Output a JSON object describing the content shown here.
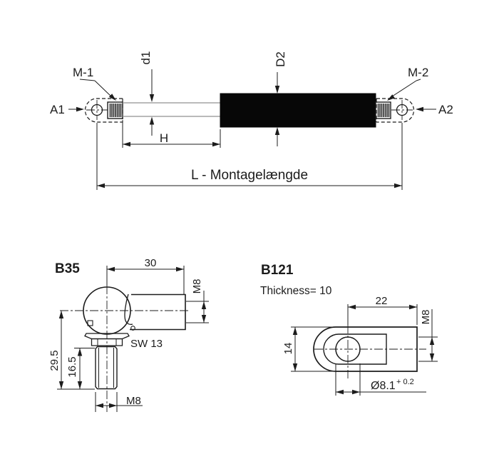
{
  "drawing": {
    "background": "#ffffff",
    "line_color": "#1c1c1c",
    "rod_line_color": "#909090",
    "cylinder_fill": "#070707",
    "assembly": {
      "label_a1": "A1",
      "label_a2": "A2",
      "label_m1": "M-1",
      "label_m2": "M-2",
      "dim_rod_diameter": "d1",
      "dim_tube_diameter": "D2",
      "dim_stroke": "H",
      "dim_mounting_length": "L - Montagelængde"
    },
    "end_fitting_b35": {
      "title": "B35",
      "dim_socket_length": "30",
      "dim_socket_thread": "M8",
      "wrench_size": "SW 13",
      "dim_total_height": "29.5",
      "dim_stud_length": "16.5",
      "dim_stud_thread": "M8"
    },
    "end_fitting_b121": {
      "title": "B121",
      "thickness_note": "Thickness= 10",
      "dim_center_to_end": "22",
      "dim_thread": "M8",
      "dim_width": "14",
      "dim_hole": "Ø8.1",
      "dim_hole_tolerance": "+ 0.2"
    }
  }
}
